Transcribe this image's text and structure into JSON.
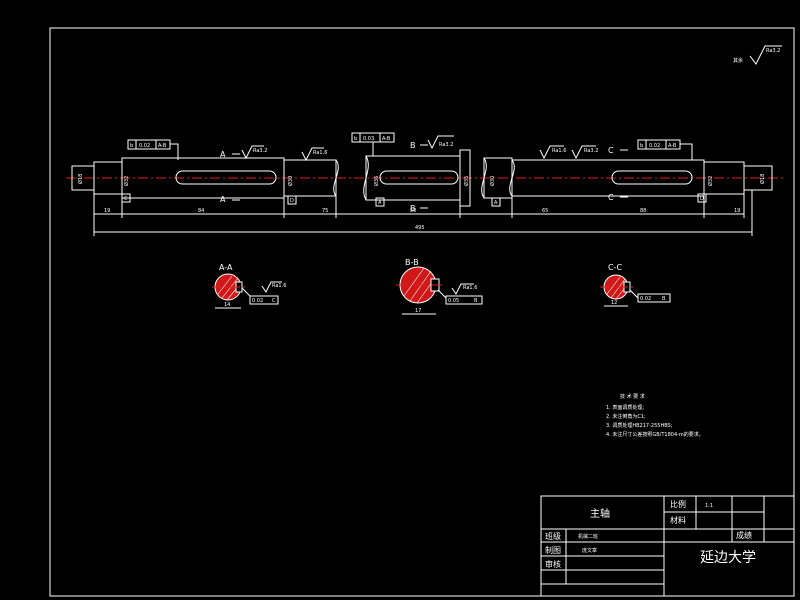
{
  "surface_note": "Ra3.2",
  "surface_note_prefix": "其余",
  "section_labels": {
    "a": "A",
    "b": "B",
    "c": "C"
  },
  "sections": [
    {
      "title": "A-A",
      "dim": "14",
      "rough": "Ra1.6",
      "tol": "0.02",
      "datum": "C"
    },
    {
      "title": "B-B",
      "dim": "17",
      "rough": "Ra1.6",
      "tol": "0.05",
      "datum": "B"
    },
    {
      "title": "C-C",
      "dim": "12",
      "rough": "Ra1.6",
      "tol": "0.02",
      "datum": "B"
    }
  ],
  "frames": {
    "f1": {
      "sym": "b",
      "tol": "0.02",
      "datum": "A-B"
    },
    "f2": {
      "sym": "b",
      "tol": "0.03",
      "datum": "A-B"
    },
    "f3": {
      "sym": "b",
      "tol": "0.02",
      "datum": "A-B"
    }
  },
  "datums": [
    "C",
    "D",
    "A",
    "A",
    "D"
  ],
  "dims_lower": [
    "19",
    "84",
    "75",
    "50",
    "65",
    "88",
    "19"
  ],
  "overall_length": "495",
  "diameters": [
    "Ø18",
    "Ø32",
    "Ø30",
    "Ø36",
    "Ø35",
    "Ø30",
    "Ø32",
    "Ø18"
  ],
  "roughness": [
    "Ra3.2",
    "Ra1.6",
    "Ra3.2",
    "Ra1.6",
    "Ra3.2"
  ],
  "technical": {
    "heading": "技 术 要 求",
    "items": [
      "1. 表面调质处理;",
      "2. 未注倒角为C1;",
      "3. 调质处理HB217-255HBS;",
      "4. 未注尺寸公差按照GB/T1804-m的要求。"
    ]
  },
  "title_block": {
    "part_name": "主轴",
    "scale_label": "比例",
    "scale_value": "1:1",
    "material_label": "材料",
    "score_label": "成绩",
    "class_label": "班级",
    "class_value": "机械二班",
    "drawn_label": "制图",
    "drawn_value": "庞文章",
    "review_label": "审核",
    "school": "延边大学"
  }
}
